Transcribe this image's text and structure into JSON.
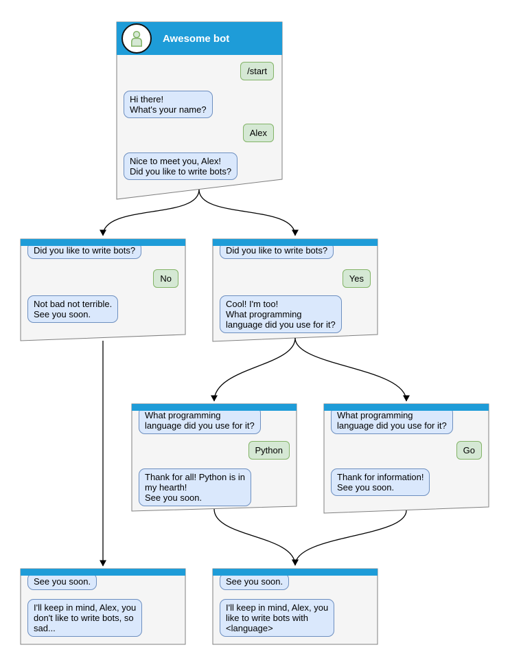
{
  "colors": {
    "header_blue": "#1E9CD8",
    "bubble_blue_fill": "#DAE8FC",
    "bubble_blue_border": "#6C8EBF",
    "bubble_green_fill": "#D5E8D4",
    "bubble_green_border": "#82B366",
    "box_fill": "#F5F5F5",
    "box_border": "#7F7F7F",
    "arrow": "#000000"
  },
  "main_window": {
    "title": "Awesome bot",
    "messages": {
      "start": "/start",
      "greeting": "Hi there!\nWhat's your name?",
      "name": "Alex",
      "nice": "Nice to meet you, Alex!\nDid you like to write bots?"
    }
  },
  "no_branch": {
    "question": "Did you like to write bots?",
    "answer": "No",
    "reply": "Not bad not terrible.\nSee you soon."
  },
  "yes_branch": {
    "question": "Did you like to write bots?",
    "answer": "Yes",
    "reply": "Cool! I'm too!\nWhat programming\nlanguage did you use for it?"
  },
  "python_branch": {
    "question": "What programming\nlanguage did you use for it?",
    "answer": "Python",
    "reply": "Thank for all! Python is in\nmy hearth!\nSee you soon."
  },
  "go_branch": {
    "question": "What programming\nlanguage did you use for it?",
    "answer": "Go",
    "reply": "Thank for information!\nSee you soon."
  },
  "end_no": {
    "question": "See you soon.",
    "reply": "I'll keep in mind, Alex, you\ndon't like to write bots, so\nsad..."
  },
  "end_yes": {
    "question": "See you soon.",
    "reply": "I'll keep in mind, Alex, you\nlike to write bots with\n<language>"
  }
}
